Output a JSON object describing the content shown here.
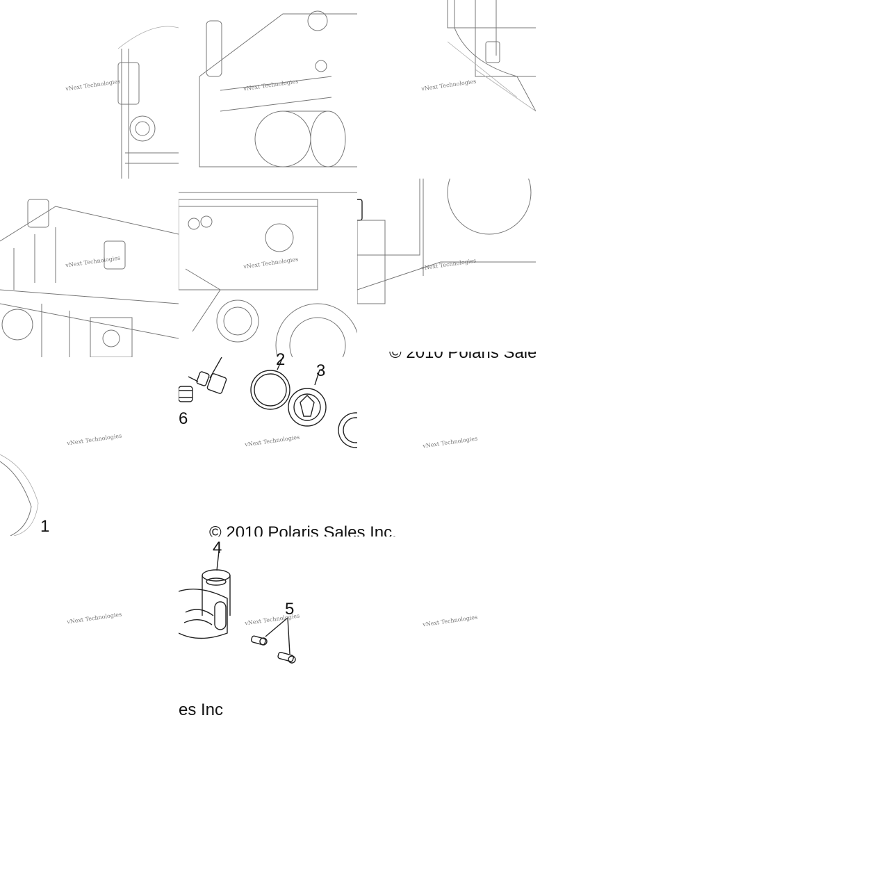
{
  "watermark": "vNext Technologies",
  "copyright": "© 2010 Polaris Sales Inc.",
  "copyright_fragment_a": "© 2010 Polaris Sale",
  "copyright_fragment_b": "es Inc",
  "callouts": {
    "c1": "1",
    "c2": "2",
    "c3": "3",
    "c4": "4",
    "c5": "5",
    "c6": "6"
  }
}
